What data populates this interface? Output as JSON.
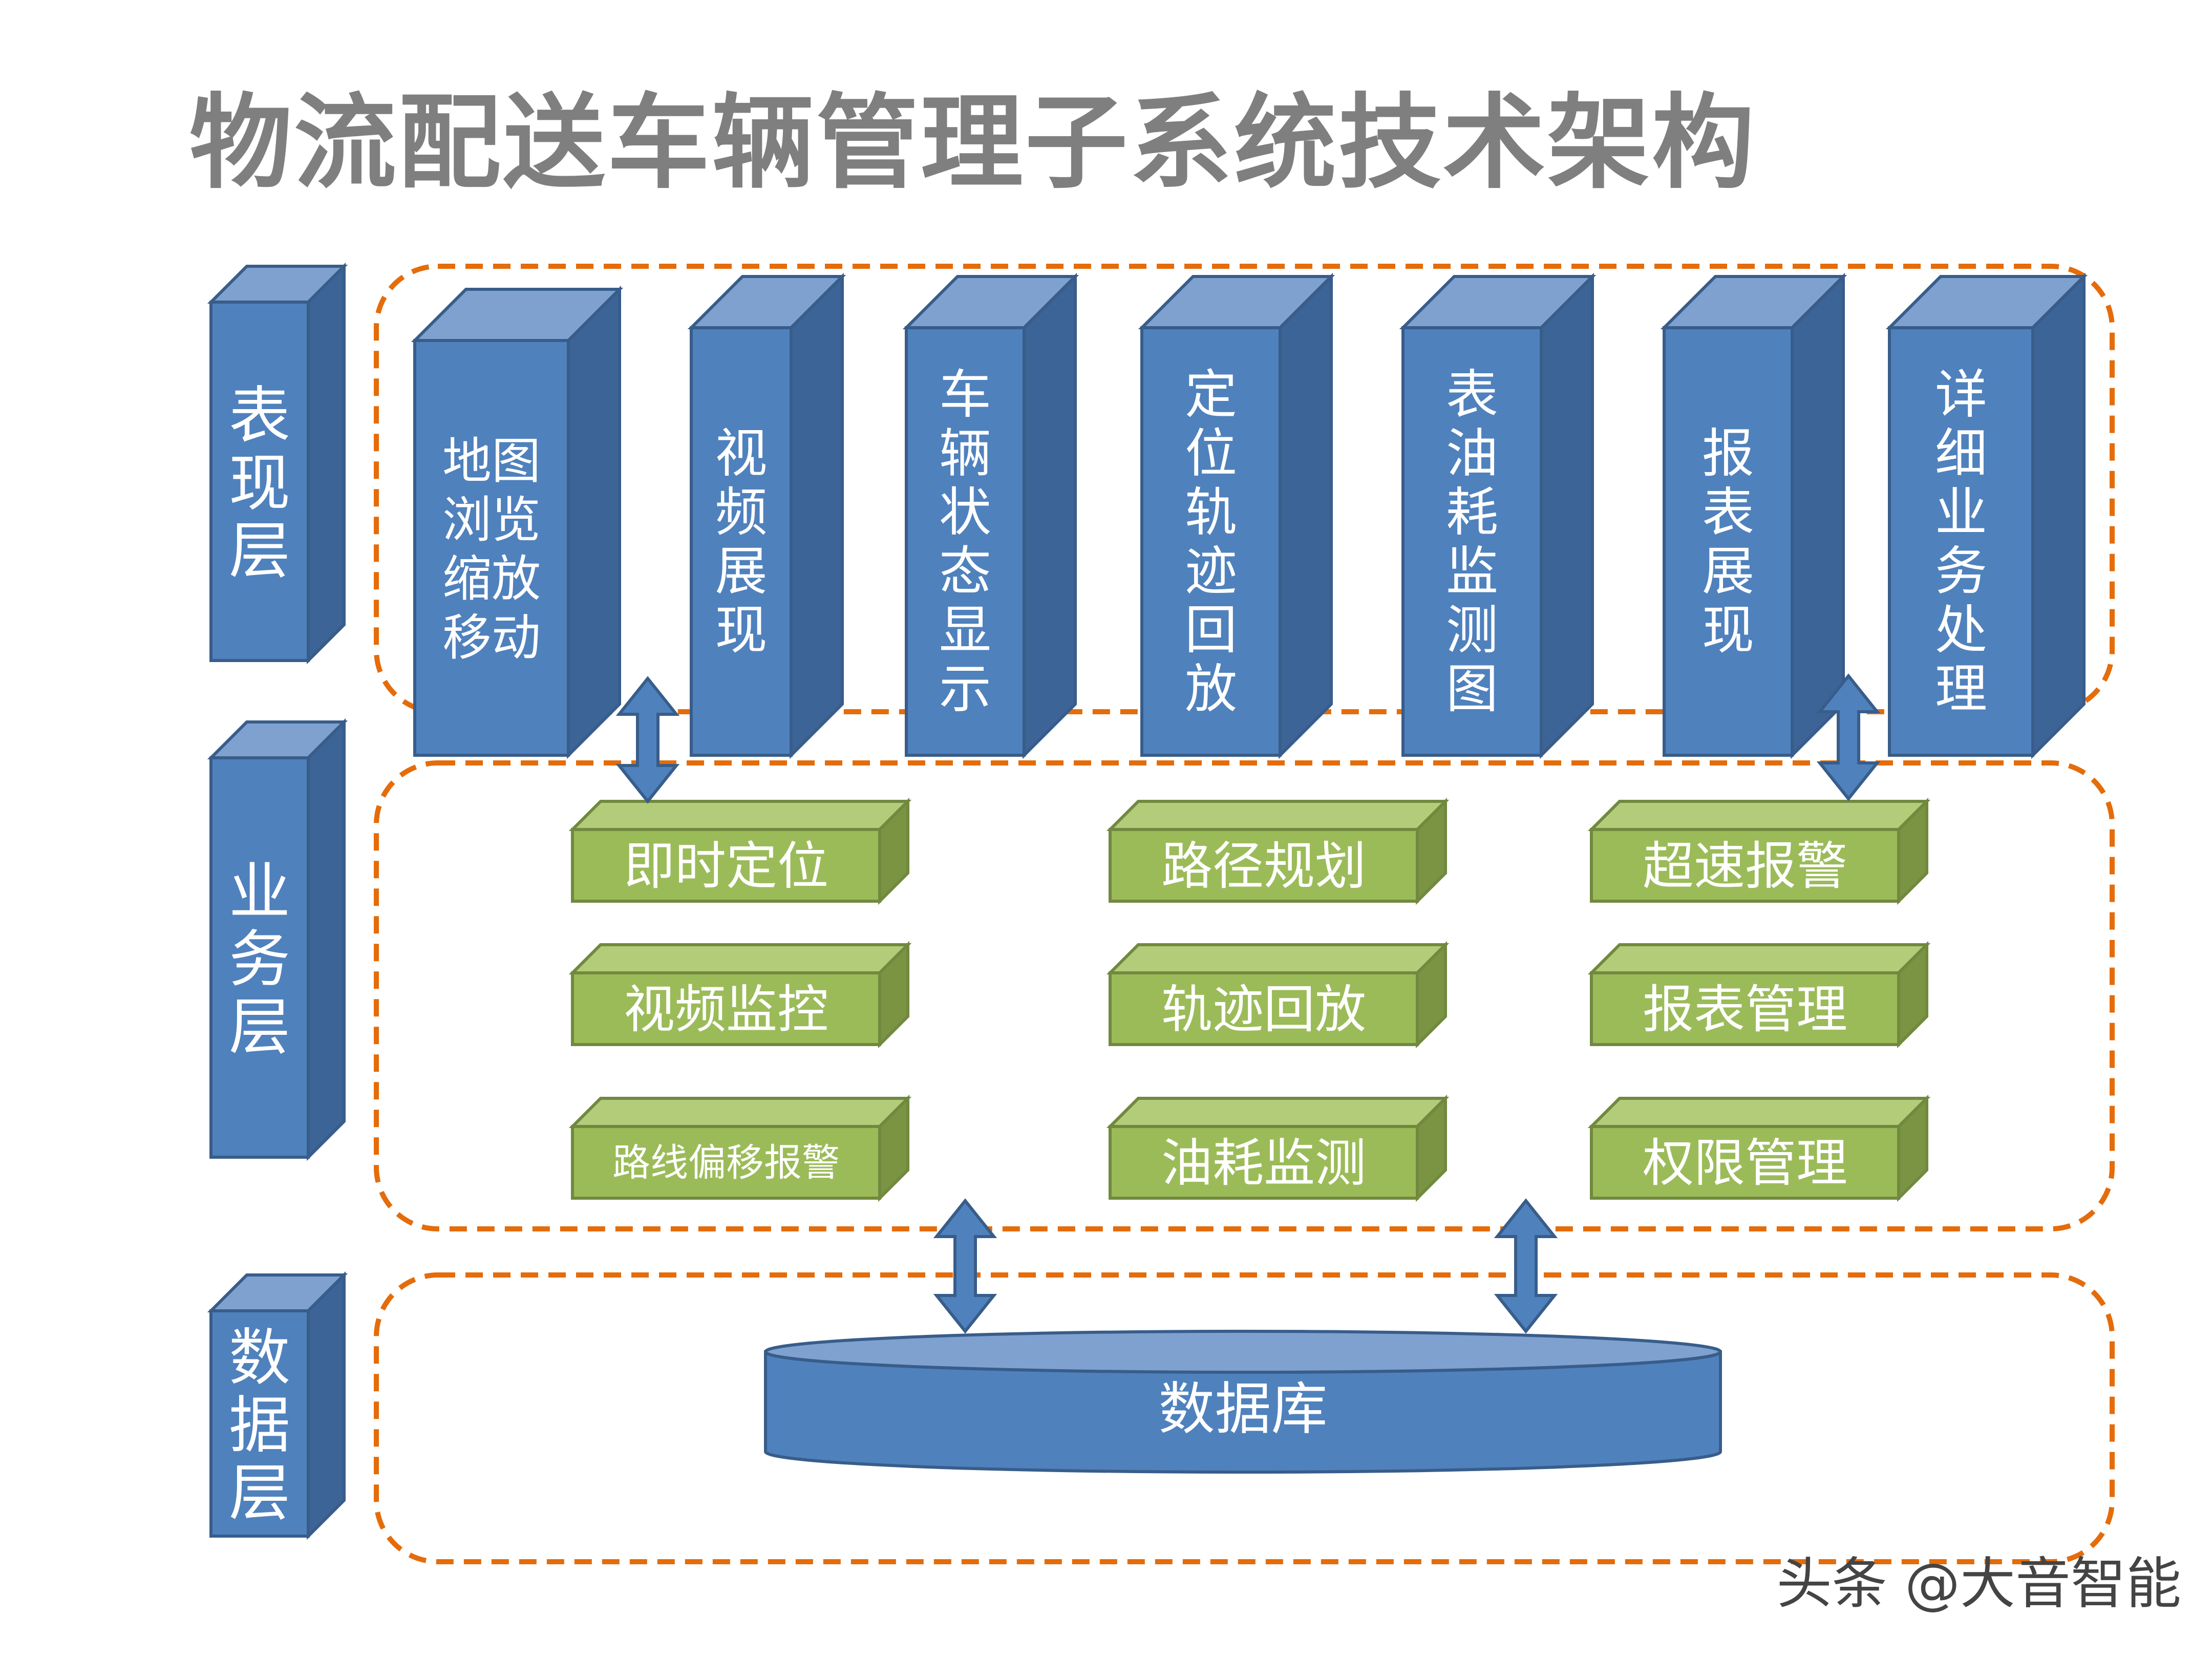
{
  "title": "物流配送车辆管理子系统技术架构",
  "watermark": "头条 @大音智能",
  "colors": {
    "blue_front": "#4f81bd",
    "blue_top": "#7fa1d0",
    "blue_side": "#3c6497",
    "blue_stroke": "#385d8a",
    "green_front": "#9bbb59",
    "green_top": "#b3cc7a",
    "green_side": "#7a9444",
    "green_stroke": "#71893f",
    "dash_orange": "#e46c0a",
    "title_gray": "#7f7f7f"
  },
  "layers": [
    {
      "name": "presentation-layer-label",
      "label": "表现层"
    },
    {
      "name": "business-layer-label",
      "label": "业务层"
    },
    {
      "name": "data-layer-label",
      "label": "数据层"
    }
  ],
  "presentation": [
    {
      "label": "地图浏览缩放移动",
      "lines": [
        "地图",
        "浏览",
        "缩放",
        "移动"
      ]
    },
    {
      "label": "视频展现",
      "lines": [
        "视",
        "频",
        "展",
        "现"
      ]
    },
    {
      "label": "车辆状态显示",
      "lines": [
        "车",
        "辆",
        "状",
        "态",
        "显",
        "示"
      ]
    },
    {
      "label": "定位轨迹回放",
      "lines": [
        "定",
        "位",
        "轨",
        "迹",
        "回",
        "放"
      ]
    },
    {
      "label": "表油耗监测图",
      "lines": [
        "表",
        "油",
        "耗",
        "监",
        "测",
        "图"
      ]
    },
    {
      "label": "报表展现",
      "lines": [
        "报",
        "表",
        "展",
        "现"
      ]
    },
    {
      "label": "详细业务处理",
      "lines": [
        "详",
        "细",
        "业",
        "务",
        "处",
        "理"
      ]
    }
  ],
  "business": [
    {
      "label": "即时定位"
    },
    {
      "label": "路径规划"
    },
    {
      "label": "超速报警"
    },
    {
      "label": "视频监控"
    },
    {
      "label": "轨迹回放"
    },
    {
      "label": "报表管理"
    },
    {
      "label": "路线偏移报警"
    },
    {
      "label": "油耗监测"
    },
    {
      "label": "权限管理"
    }
  ],
  "database": {
    "label": "数据库"
  }
}
